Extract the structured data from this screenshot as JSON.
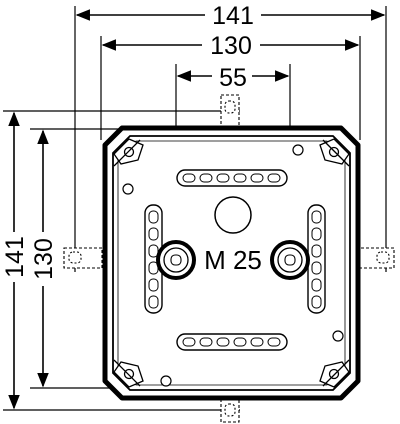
{
  "dimensions": {
    "outer_width": "141",
    "inner_width": "130",
    "gland_spacing": "55",
    "outer_height": "141",
    "inner_height": "130"
  },
  "labels": {
    "gland_size": "M 25"
  }
}
